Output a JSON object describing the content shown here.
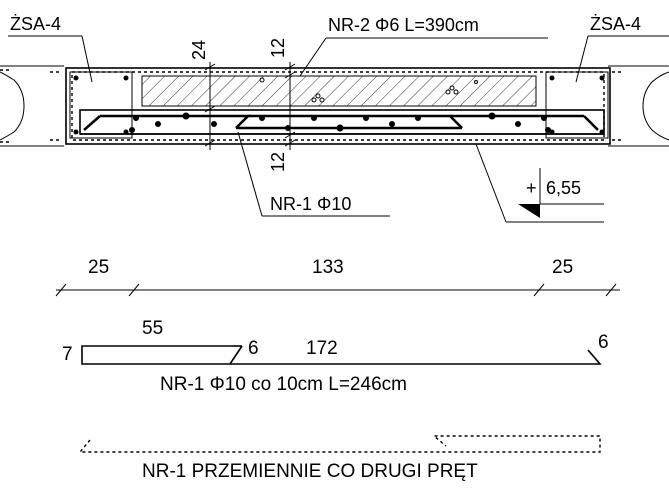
{
  "labels": {
    "zsa_left": "ŻSA-4",
    "zsa_right": "ŻSA-4",
    "nr2": "NR-2  Φ6  L=390cm",
    "nr1_top": "NR-1  Φ10",
    "dim_24": "24",
    "dim_12_top": "12",
    "dim_12_bottom": "12",
    "level_plus": "+",
    "level_value": "6,55",
    "dim_25_left": "25",
    "dim_133": "133",
    "dim_25_right": "25",
    "bar_7": "7",
    "bar_55": "55",
    "bar_6_left": "6",
    "bar_172": "172",
    "bar_6_right": "6",
    "bar_caption": "NR-1  Φ10  co  10cm   L=246cm",
    "alternate_caption": "NR-1  PRZEMIENNIE CO DRUGI PRĘT"
  }
}
